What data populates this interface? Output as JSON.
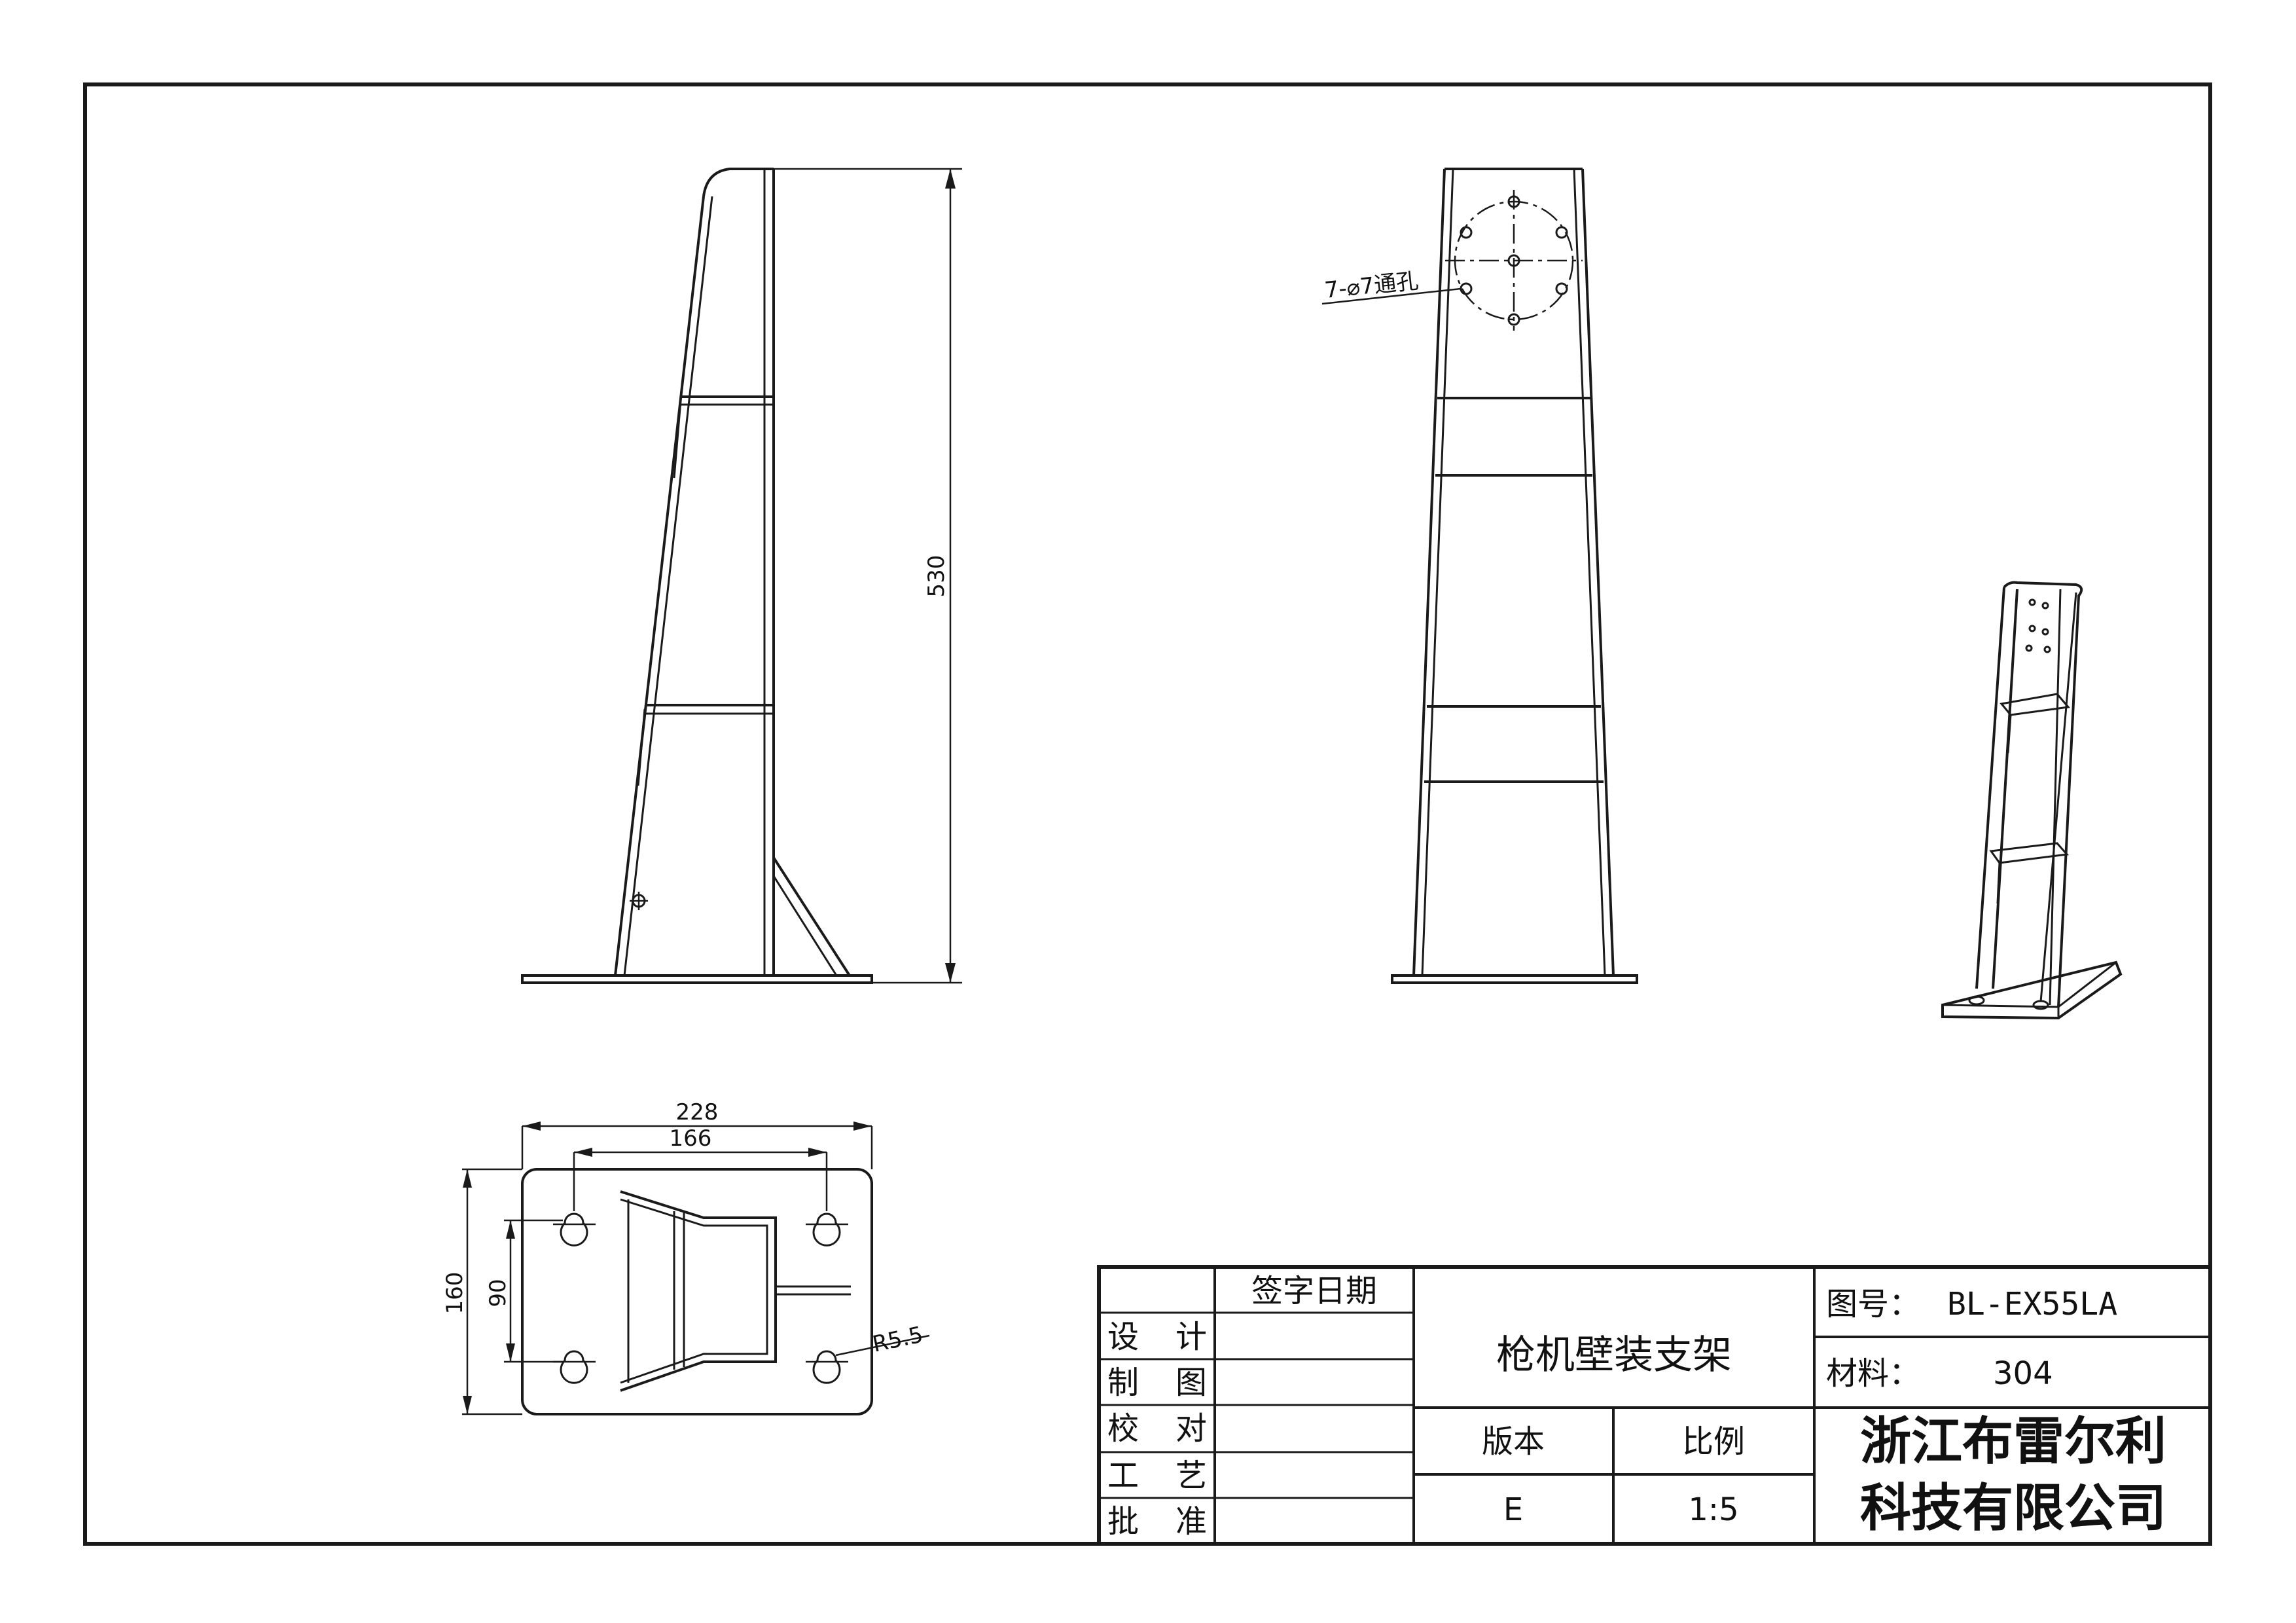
{
  "dimensions": {
    "height_530": "530",
    "plate_width_228": "228",
    "hole_spacing_166": "166",
    "plate_depth_160": "160",
    "hole_spacing_90": "90",
    "radius": "R5.5",
    "holes_note": "7-⌀7通孔"
  },
  "title_block": {
    "sign_date_header": "签字日期",
    "rows": [
      {
        "c1": "设",
        "c2": "计"
      },
      {
        "c1": "制",
        "c2": "图"
      },
      {
        "c1": "校",
        "c2": "对"
      },
      {
        "c1": "工",
        "c2": "艺"
      },
      {
        "c1": "批",
        "c2": "准"
      }
    ],
    "product_name": "枪机壁装支架",
    "version_label": "版本",
    "scale_label": "比例",
    "version_value": "E",
    "scale_value": "1:5",
    "drawing_no_label": "图号：",
    "drawing_no_value": "BL-EX55LA",
    "material_label": "材料：",
    "material_value": "304",
    "company_line1": "浙江布雷尔利",
    "company_line2": "科技有限公司"
  }
}
